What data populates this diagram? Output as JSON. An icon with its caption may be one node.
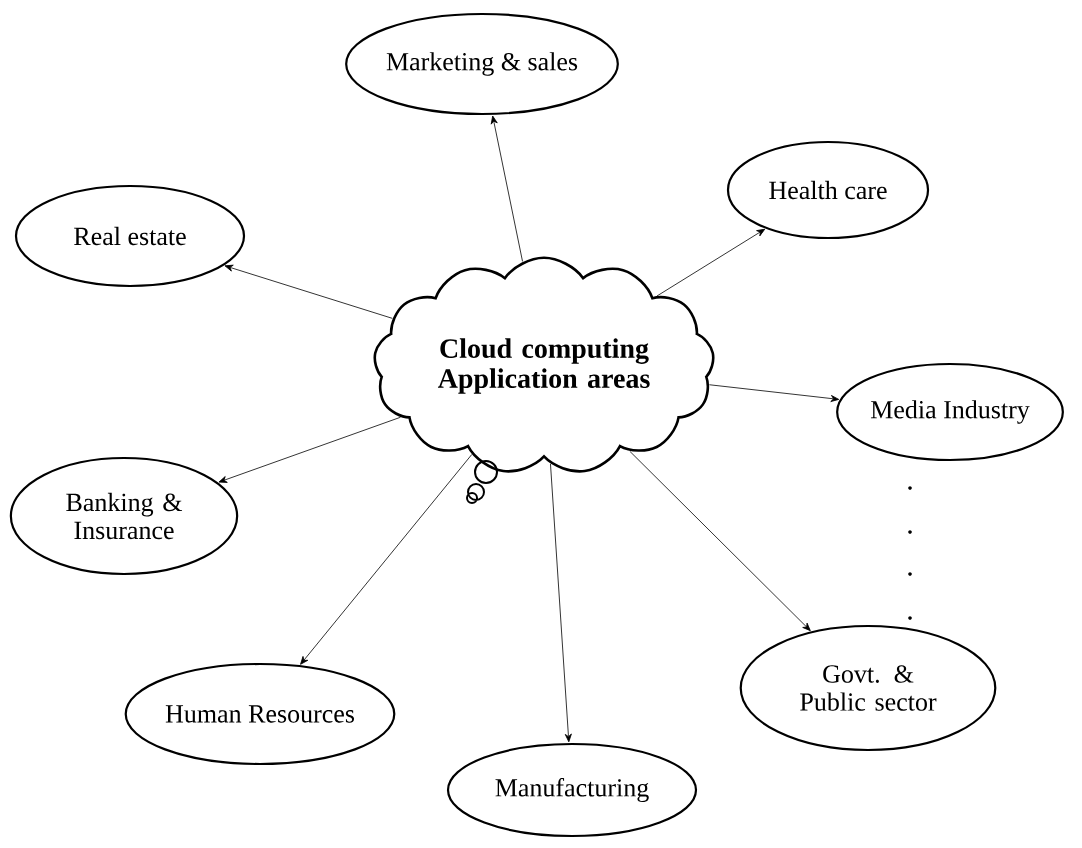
{
  "diagram": {
    "nodes": [
      {
        "text": [
          "Cloud computing Application areas"
        ]
      },
      {
        "text": [
          "Marketing & sales"
        ]
      },
      {
        "text": [
          "Real estate"
        ]
      },
      {
        "text": [
          "Health care"
        ]
      },
      {
        "text": [
          "Media Industry"
        ]
      },
      {
        "text": [
          "Banking & Insurance"
        ]
      },
      {
        "text": [
          "Govt. & Public sector"
        ]
      },
      {
        "text": [
          "Human Resources"
        ]
      },
      {
        "text": [
          "Manufacturing"
        ]
      }
    ],
    "edges": [
      {
        "from": 0,
        "to": 1,
        "arrow": "to"
      },
      {
        "from": 0,
        "to": 2,
        "arrow": "to"
      },
      {
        "from": 0,
        "to": 3,
        "arrow": "to"
      },
      {
        "from": 0,
        "to": 4,
        "arrow": "to"
      },
      {
        "from": 0,
        "to": 5,
        "arrow": "to"
      },
      {
        "from": 0,
        "to": 6,
        "arrow": "to"
      },
      {
        "from": 0,
        "to": 7,
        "arrow": "to"
      },
      {
        "from": 0,
        "to": 8,
        "arrow": "to"
      }
    ]
  }
}
